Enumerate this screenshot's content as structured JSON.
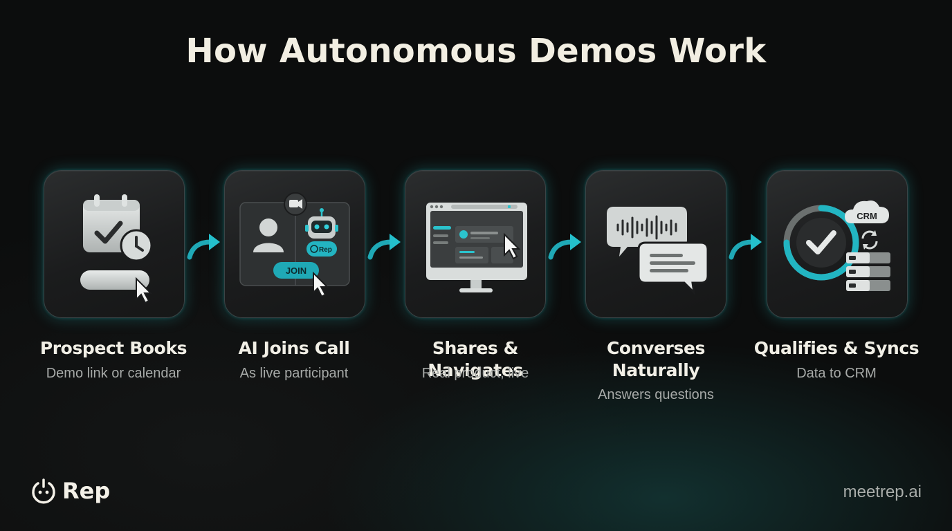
{
  "title": "How Autonomous Demos Work",
  "steps": [
    {
      "title": "Prospect Books",
      "subtitle": "Demo link or calendar",
      "icon": "calendar-booking-icon"
    },
    {
      "title": "AI Joins Call",
      "subtitle": "As live participant",
      "icon": "video-call-robot-icon",
      "join_label": "JOIN",
      "badge_label": "Rep"
    },
    {
      "title": "Shares & Navigates",
      "subtitle": "Real product, live",
      "icon": "screen-share-monitor-icon"
    },
    {
      "title": "Converses Naturally",
      "subtitle": "Answers questions",
      "icon": "chat-bubbles-icon"
    },
    {
      "title": "Qualifies & Syncs",
      "subtitle": "Data to CRM",
      "icon": "crm-sync-icon",
      "crm_label": "CRM"
    }
  ],
  "footer": {
    "brand": "Rep",
    "site": "meetrep.ai"
  },
  "colors": {
    "accent": "#20b7c4",
    "background": "#0c0d0d",
    "title": "#f2eee2",
    "subtitle": "#a7aaa8"
  }
}
